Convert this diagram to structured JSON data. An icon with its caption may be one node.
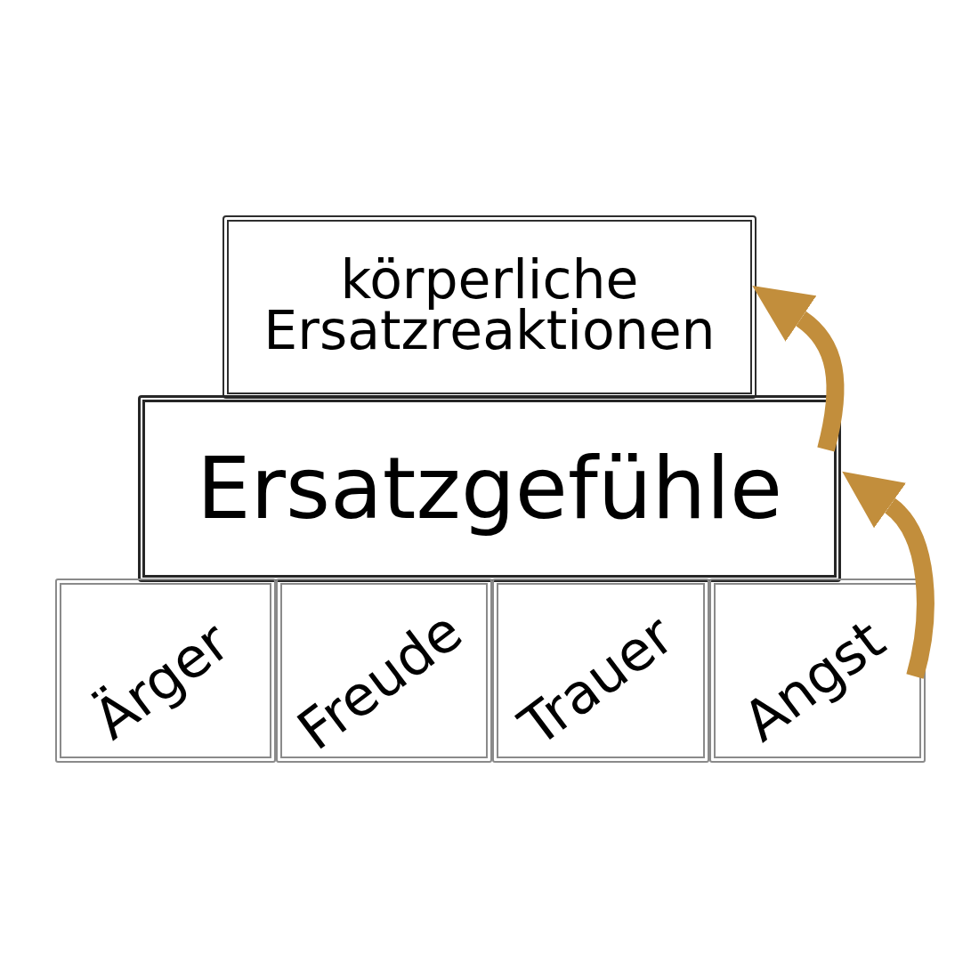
{
  "diagram": {
    "nodes": [
      {
        "text": [
          "körperliche Ersatzreaktionen"
        ]
      },
      {
        "text": [
          "Ersatzgefühle"
        ]
      },
      {
        "text": [
          "Ärger"
        ]
      },
      {
        "text": [
          "Freude"
        ]
      },
      {
        "text": [
          "Trauer"
        ]
      },
      {
        "text": [
          "Angst"
        ]
      }
    ],
    "edges": [
      {
        "from": 5,
        "to": 1,
        "arrow": "to"
      },
      {
        "from": 1,
        "to": 0,
        "arrow": "to"
      }
    ]
  }
}
